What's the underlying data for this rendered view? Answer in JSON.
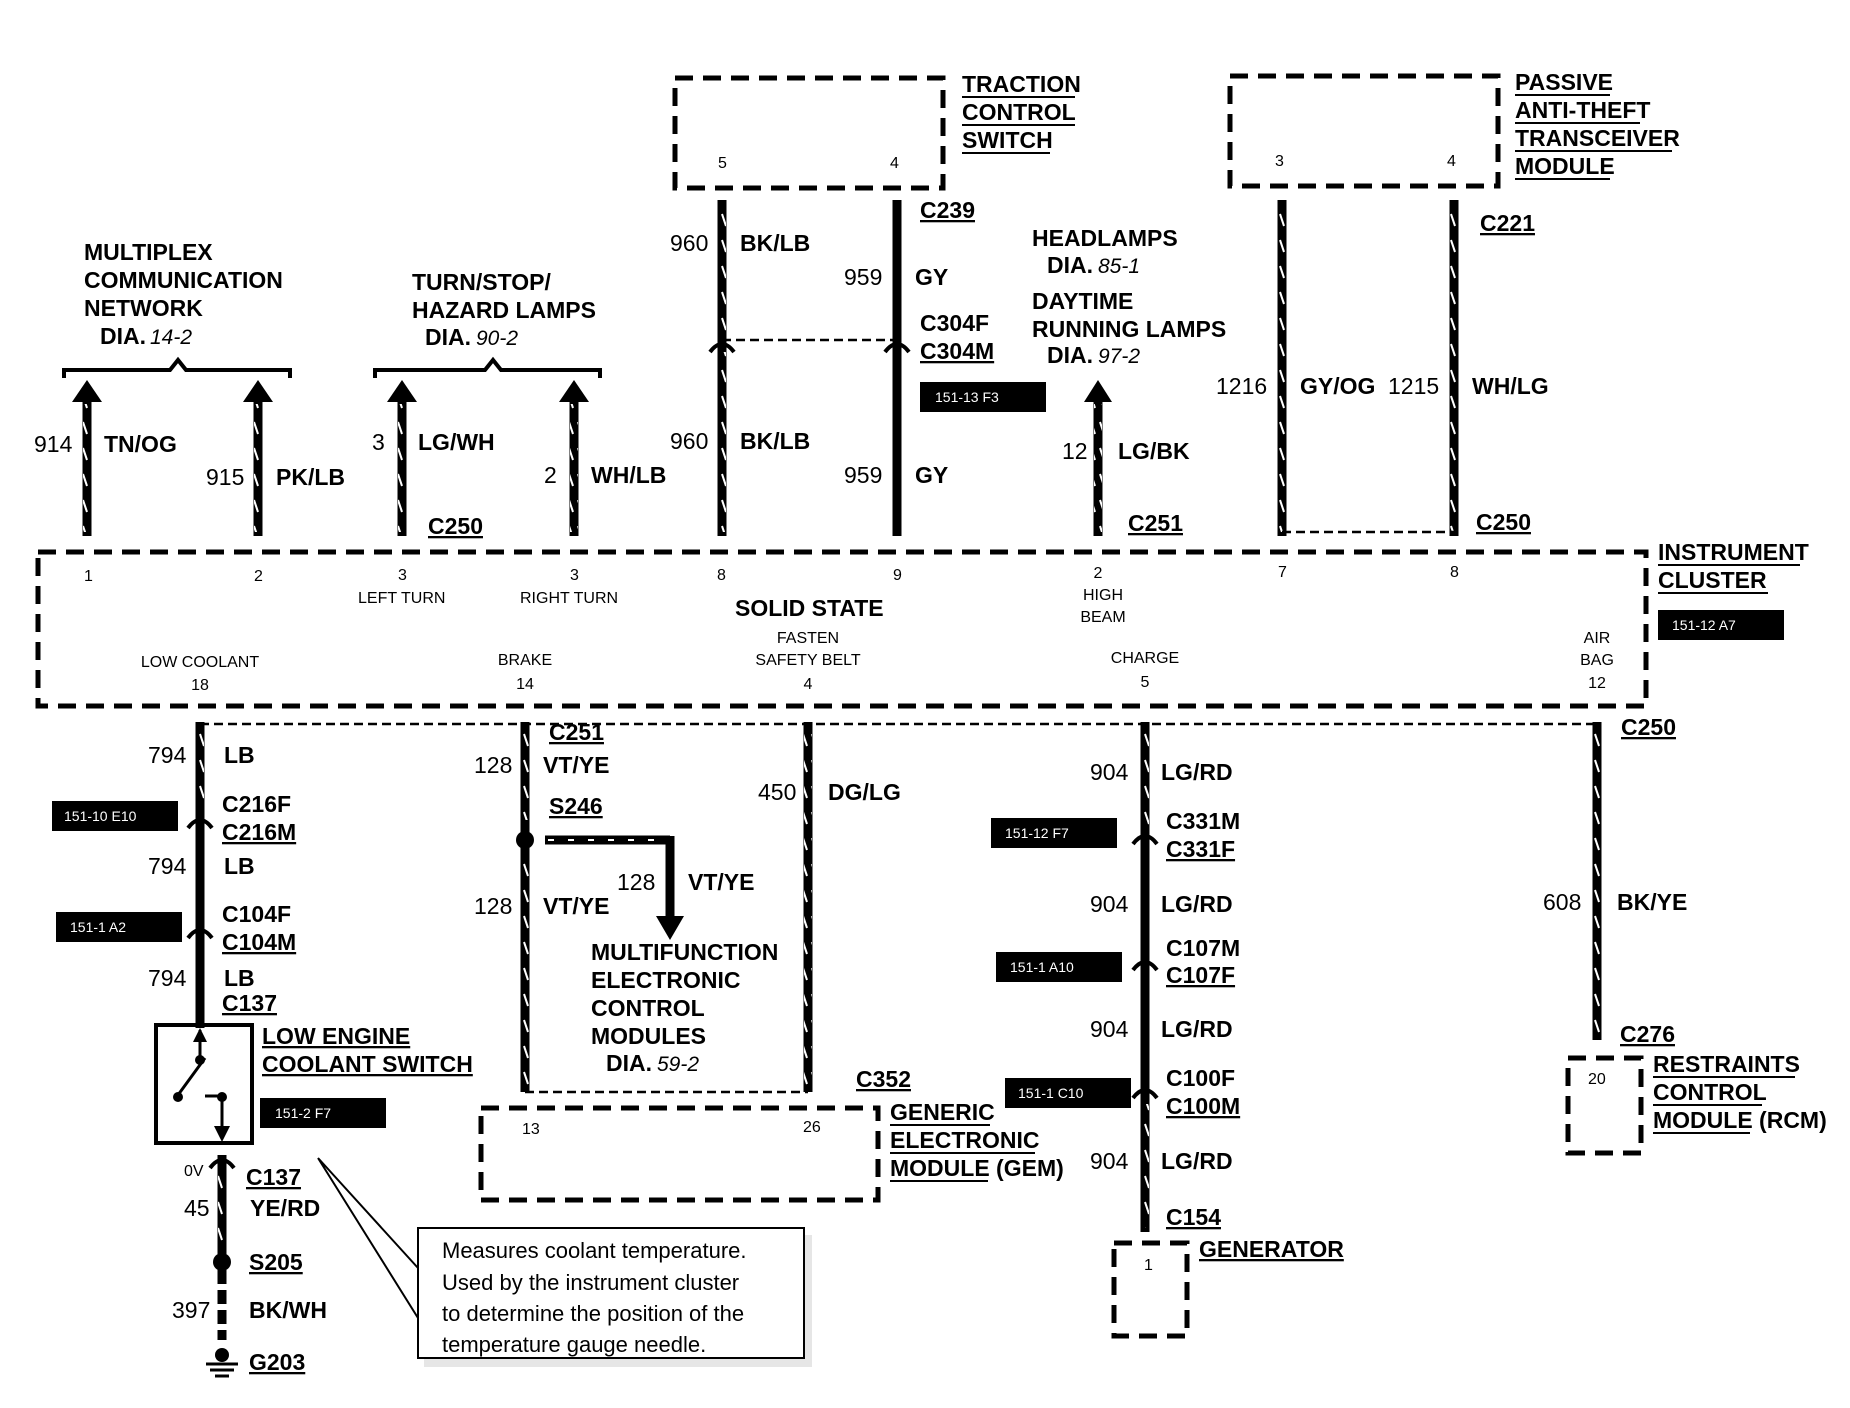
{
  "top_modules": {
    "traction_control": {
      "lines": [
        "TRACTION",
        "CONTROL",
        "SWITCH"
      ],
      "pins": [
        "5",
        "4"
      ]
    },
    "pats": {
      "lines": [
        "PASSIVE",
        "ANTI-THEFT",
        "TRANSCEIVER",
        "MODULE"
      ],
      "pins": [
        "3",
        "4"
      ]
    }
  },
  "dest_labels": {
    "multiplex": {
      "lines": [
        "MULTIPLEX",
        "COMMUNICATION",
        "NETWORK"
      ],
      "dia_prefix": "DIA.",
      "dia_ref": "14-2"
    },
    "turnstop": {
      "lines": [
        "TURN/STOP/",
        "HAZARD LAMPS"
      ],
      "dia_prefix": "DIA.",
      "dia_ref": "90-2"
    },
    "headlamps": {
      "line": "HEADLAMPS",
      "dia_prefix": "DIA.",
      "dia_ref": "85-1"
    },
    "drl": {
      "lines": [
        "DAYTIME",
        "RUNNING LAMPS"
      ],
      "dia_prefix": "DIA.",
      "dia_ref": "97-2"
    }
  },
  "top_wires": [
    {
      "circuit": "914",
      "color": "TN/OG"
    },
    {
      "circuit": "915",
      "color": "PK/LB"
    },
    {
      "circuit": "3",
      "color": "LG/WH"
    },
    {
      "circuit": "2",
      "color": "WH/LB"
    },
    {
      "circuit": "960",
      "color": "BK/LB"
    },
    {
      "circuit": "960",
      "color": "BK/LB"
    },
    {
      "circuit": "959",
      "color": "GY"
    },
    {
      "circuit": "959",
      "color": "GY"
    },
    {
      "circuit": "12",
      "color": "LG/BK"
    },
    {
      "circuit": "1216",
      "color": "GY/OG"
    },
    {
      "circuit": "1215",
      "color": "WH/LG"
    }
  ],
  "top_connectors": {
    "c239": "C239",
    "c304f": "C304F",
    "c304m": "C304M",
    "c250_left": "C250",
    "c251_top": "C251",
    "c221": "C221",
    "c250_right": "C250"
  },
  "black_refs": {
    "r_151_13_f3": "151-13 F3",
    "r_151_12_a7": "151-12 A7",
    "r_151_10_e10": "151-10 E10",
    "r_151_1_a2": "151-1 A2",
    "r_151_2_f7": "151-2 F7",
    "r_151_12_f7": "151-12 F7",
    "r_151_1_a10": "151-1 A10",
    "r_151_1_c10": "151-1 C10"
  },
  "cluster": {
    "title_lines": [
      "INSTRUMENT",
      "CLUSTER"
    ],
    "center_label": "SOLID STATE",
    "top_pins": [
      {
        "num": "1",
        "label": ""
      },
      {
        "num": "2",
        "label": ""
      },
      {
        "num": "3",
        "label": "LEFT TURN"
      },
      {
        "num": "3",
        "label": "RIGHT TURN"
      },
      {
        "num": "8",
        "label": ""
      },
      {
        "num": "9",
        "label": ""
      },
      {
        "num": "2",
        "label": "HIGH|BEAM"
      },
      {
        "num": "7",
        "label": ""
      },
      {
        "num": "8",
        "label": ""
      }
    ],
    "bottom_pins": [
      {
        "num": "18",
        "label": "LOW COOLANT"
      },
      {
        "num": "14",
        "label": "BRAKE"
      },
      {
        "num": "4",
        "label": "FASTEN|SAFETY BELT"
      },
      {
        "num": "5",
        "label": "CHARGE"
      },
      {
        "num": "12",
        "label": "AIR|BAG"
      }
    ]
  },
  "coolant_branch": {
    "wires": [
      {
        "circuit": "794",
        "color": "LB"
      },
      {
        "circuit": "794",
        "color": "LB"
      },
      {
        "circuit": "794",
        "color": "LB"
      }
    ],
    "connectors": [
      "C216F",
      "C216M",
      "C104F",
      "C104M",
      "C137"
    ],
    "switch_lines": [
      "LOW ENGINE",
      "COOLANT SWITCH"
    ],
    "ov": "0V",
    "lower_connector": "C137",
    "lower_wires": [
      {
        "circuit": "45",
        "color": "YE/RD"
      },
      {
        "circuit": "397",
        "color": "BK/WH"
      }
    ],
    "splice": "S205",
    "ground": "G203",
    "note_lines": [
      "Measures coolant temperature.",
      "Used by the instrument cluster",
      "to determine the position of the",
      "temperature gauge needle."
    ]
  },
  "brake_branch": {
    "connector": "C251",
    "splice": "S246",
    "wires": [
      {
        "circuit": "128",
        "color": "VT/YE"
      },
      {
        "circuit": "128",
        "color": "VT/YE"
      },
      {
        "circuit": "128",
        "color": "VT/YE"
      }
    ],
    "mecm_lines": [
      "MULTIFUNCTION",
      "ELECTRONIC",
      "CONTROL",
      "MODULES"
    ],
    "mecm_dia_prefix": "DIA.",
    "mecm_dia_ref": "59-2"
  },
  "belt_branch": {
    "wire": {
      "circuit": "450",
      "color": "DG/LG"
    },
    "connector": "C352",
    "gem_lines": [
      "GENERIC",
      "ELECTRONIC",
      "MODULE (GEM)"
    ],
    "gem_pins": [
      "13",
      "26"
    ]
  },
  "charge_branch": {
    "wires": [
      {
        "circuit": "904",
        "color": "LG/RD"
      },
      {
        "circuit": "904",
        "color": "LG/RD"
      },
      {
        "circuit": "904",
        "color": "LG/RD"
      },
      {
        "circuit": "904",
        "color": "LG/RD"
      }
    ],
    "connectors": [
      "C331M",
      "C331F",
      "C107M",
      "C107F",
      "C100F",
      "C100M",
      "C154"
    ],
    "generator": "GENERATOR",
    "generator_pin": "1"
  },
  "airbag_branch": {
    "connector_top": "C250",
    "wire": {
      "circuit": "608",
      "color": "BK/YE"
    },
    "connector_bottom": "C276",
    "rcm_lines": [
      "RESTRAINTS",
      "CONTROL",
      "MODULE (RCM)"
    ],
    "rcm_pin": "20"
  }
}
